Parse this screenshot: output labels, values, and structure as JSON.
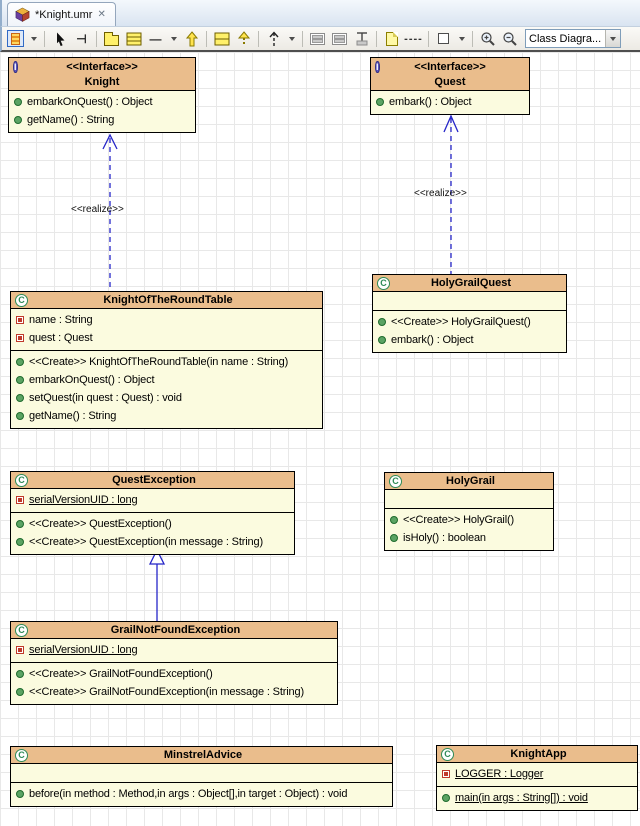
{
  "tab": {
    "title": "*Knight.umr"
  },
  "toolbar": {
    "diagram_type_value": "Class Diagra..."
  },
  "icons": {
    "class_glyph": "C",
    "interface_glyph": "I",
    "close": "✕",
    "marquee": "⊣",
    "assoc_line": "—",
    "dashes": "----",
    "zoom_in": "+",
    "zoom_out": "−"
  },
  "colors": {
    "class_header_bg": "#EABD8C",
    "class_body_bg": "#FBFBDF",
    "relation_blue": "#2525C8",
    "grid_line": "#E8E8E8"
  },
  "diagram": {
    "relations": [
      {
        "type": "realization",
        "from": "KnightOfTheRoundTable",
        "to": "Knight",
        "label": "<<realize>>"
      },
      {
        "type": "realization",
        "from": "HolyGrailQuest",
        "to": "Quest",
        "label": "<<realize>>"
      },
      {
        "type": "generalization",
        "from": "GrailNotFoundException",
        "to": "QuestException",
        "label": ""
      }
    ],
    "classes": [
      {
        "stereotype": "<<Interface>>",
        "name": "Knight",
        "attributes": [],
        "operations": [
          "embarkOnQuest() : Object",
          "getName() : String"
        ]
      },
      {
        "stereotype": "<<Interface>>",
        "name": "Quest",
        "attributes": [],
        "operations": [
          "embark() : Object"
        ]
      },
      {
        "name": "KnightOfTheRoundTable",
        "attributes": [
          "name : String",
          "quest : Quest"
        ],
        "operations": [
          "<<Create>> KnightOfTheRoundTable(in name : String)",
          "embarkOnQuest() : Object",
          "setQuest(in quest : Quest) : void",
          "getName() : String"
        ]
      },
      {
        "name": "HolyGrailQuest",
        "attributes": [],
        "operations": [
          "<<Create>> HolyGrailQuest()",
          "embark() : Object"
        ]
      },
      {
        "name": "QuestException",
        "attributes": [
          "serialVersionUID : long"
        ],
        "operations": [
          "<<Create>> QuestException()",
          "<<Create>> QuestException(in message : String)"
        ]
      },
      {
        "name": "HolyGrail",
        "attributes": [],
        "operations": [
          "<<Create>> HolyGrail()",
          "isHoly() : boolean"
        ]
      },
      {
        "name": "GrailNotFoundException",
        "attributes": [
          "serialVersionUID : long"
        ],
        "operations": [
          "<<Create>> GrailNotFoundException()",
          "<<Create>> GrailNotFoundException(in message : String)"
        ]
      },
      {
        "name": "MinstrelAdvice",
        "attributes": [],
        "operations": [
          "before(in method : Method,in args : Object[],in target : Object) : void"
        ]
      },
      {
        "name": "KnightApp",
        "attributes": [
          "LOGGER : Logger"
        ],
        "operations": [
          "main(in args : String[]) : void"
        ]
      }
    ]
  }
}
